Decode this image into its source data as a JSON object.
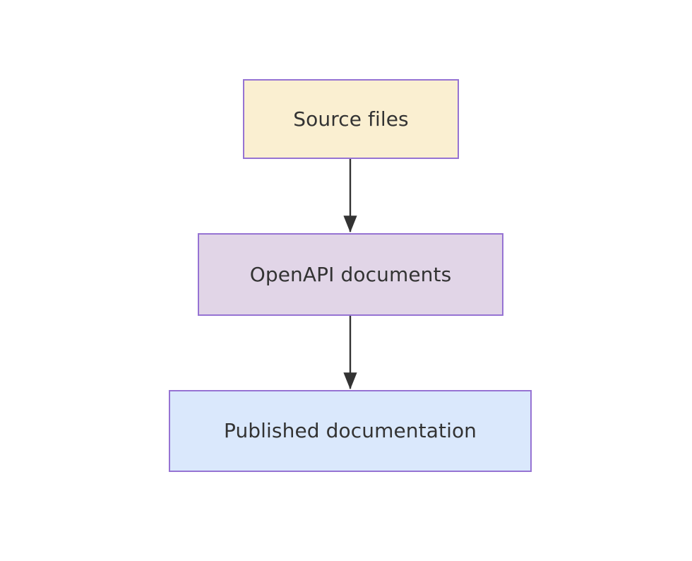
{
  "diagram": {
    "type": "flowchart",
    "direction": "top-to-bottom",
    "background_color": "#ffffff",
    "title": "",
    "nodes": [
      {
        "id": "source-files",
        "label": "Source files",
        "fill_color": "#faefd1",
        "stroke_color": "#9673d3",
        "text_color": "#333333",
        "shape": "rectangle"
      },
      {
        "id": "openapi-documents",
        "label": "OpenAPI documents",
        "fill_color": "#e1d5e7",
        "stroke_color": "#9673d3",
        "text_color": "#333333",
        "shape": "rectangle"
      },
      {
        "id": "published-documentation",
        "label": "Published documentation",
        "fill_color": "#dae8fc",
        "stroke_color": "#9673d3",
        "text_color": "#333333",
        "shape": "rectangle"
      }
    ],
    "edges": [
      {
        "id": "edge-source-to-openapi",
        "from": "source-files",
        "to": "openapi-documents",
        "label": "",
        "style": "solid",
        "arrowhead": "triangle",
        "color": "#333333"
      },
      {
        "id": "edge-openapi-to-published",
        "from": "openapi-documents",
        "to": "published-documentation",
        "label": "",
        "style": "solid",
        "arrowhead": "triangle",
        "color": "#333333"
      }
    ]
  }
}
